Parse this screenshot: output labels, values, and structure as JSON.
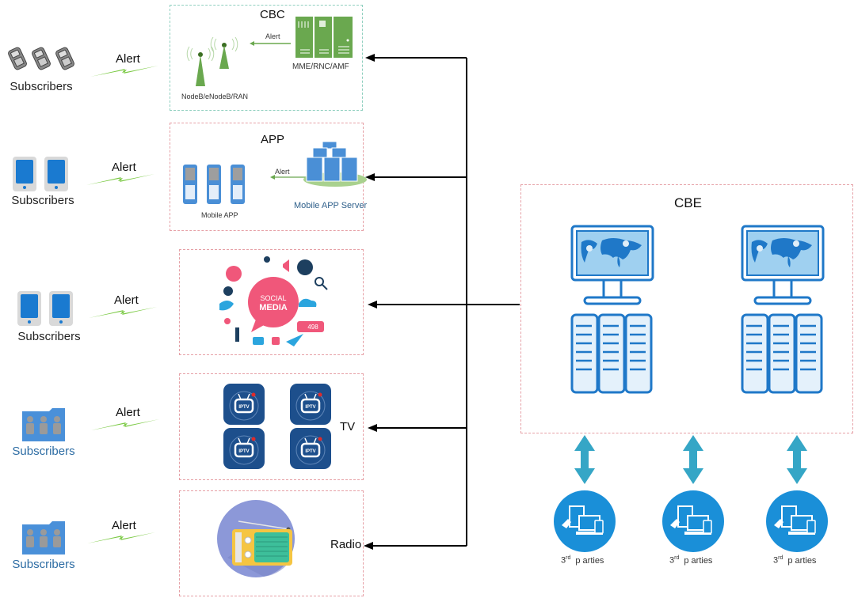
{
  "rows": [
    {
      "subscribers_label": "Subscribers",
      "subscriber_icon": "feature-phone-icon",
      "alert_label": "Alert",
      "channel": "CBC"
    },
    {
      "subscribers_label": "Subscribers",
      "subscriber_icon": "smartphone-icon",
      "alert_label": "Alert",
      "channel": "APP"
    },
    {
      "subscribers_label": "Subscribers",
      "subscriber_icon": "smartphone-icon",
      "alert_label": "Alert",
      "channel": "Social Media"
    },
    {
      "subscribers_label": "Subscribers",
      "subscriber_icon": "people-folder-icon",
      "alert_label": "Alert",
      "channel": "TV"
    },
    {
      "subscribers_label": "Subscribers",
      "subscriber_icon": "people-folder-icon",
      "alert_label": "Alert",
      "channel": "Radio"
    }
  ],
  "cbc": {
    "title": "CBC",
    "inner_alert": "Alert",
    "ran_label": "NodeB/eNodeB/RAN",
    "core_label": "MME/RNC/AMF"
  },
  "app": {
    "title": "APP",
    "inner_alert": "Alert",
    "mobile_label": "Mobile APP",
    "server_label": "Mobile APP Server"
  },
  "social": {
    "line1": "SOCIAL",
    "line2": "MEDIA",
    "likes": "498"
  },
  "tv": {
    "title": "TV",
    "badge": "IPTV"
  },
  "radio": {
    "title": "Radio"
  },
  "cbe": {
    "title": "CBE"
  },
  "third_parties": [
    {
      "sup": "rd",
      "num": "3",
      "label": "p arties"
    },
    {
      "sup": "rd",
      "num": "3",
      "label": "p arties"
    },
    {
      "sup": "rd",
      "num": "3",
      "label": "p arties"
    }
  ],
  "colors": {
    "bolt": "#7ac943",
    "ran_green": "#6aa84f",
    "app_blue": "#4a8fd6",
    "cbe_blue": "#1f78c8",
    "party_blue": "#1a8fd8",
    "arrow_teal": "#35a6c6",
    "social_pink": "#f0577a",
    "tv_navy": "#1d4f8c",
    "radio_circle": "#8c98d8"
  }
}
